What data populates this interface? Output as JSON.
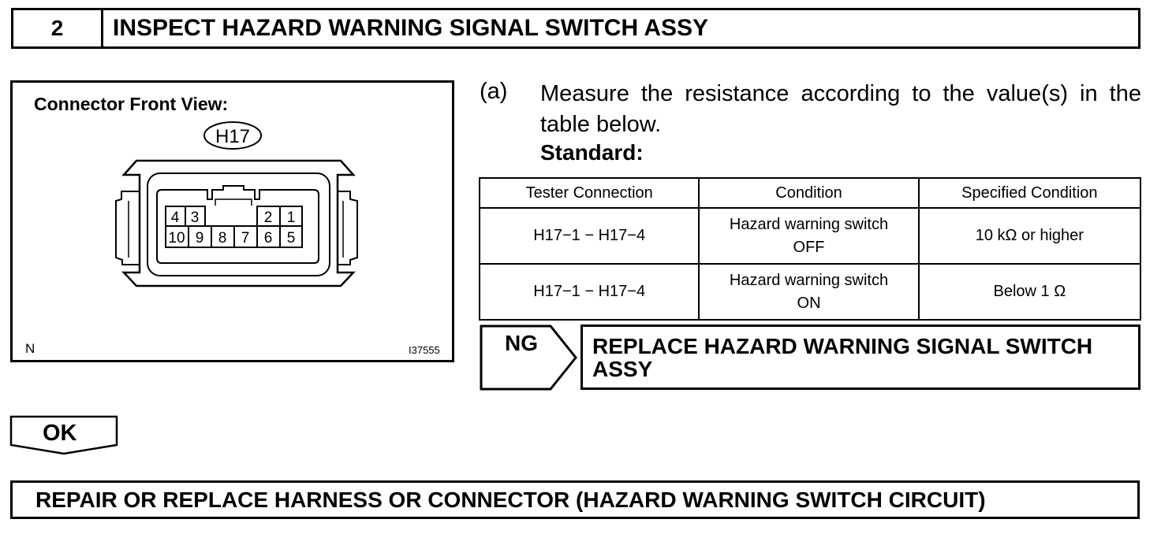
{
  "header": {
    "step_number": "2",
    "title": "INSPECT HAZARD WARNING SIGNAL SWITCH ASSY"
  },
  "figure": {
    "title": "Connector Front View:",
    "connector_id": "H17",
    "pins_top": [
      "4",
      "3",
      "2",
      "1"
    ],
    "pins_bottom": [
      "10",
      "9",
      "8",
      "7",
      "6",
      "5"
    ],
    "corner_label": "N",
    "code": "I37555"
  },
  "instruction": {
    "label": "(a)",
    "text": "Measure the resistance according to the value(s) in the table below.",
    "standard_label": "Standard:"
  },
  "table": {
    "headers": [
      "Tester Connection",
      "Condition",
      "Specified Condition"
    ],
    "rows": [
      {
        "connection": "H17−1 − H17−4",
        "condition_line1": "Hazard warning switch",
        "condition_line2": "OFF",
        "specified": "10 kΩ or higher"
      },
      {
        "connection": "H17−1 − H17−4",
        "condition_line1": "Hazard warning switch",
        "condition_line2": "ON",
        "specified": "Below 1 Ω"
      }
    ]
  },
  "ng": {
    "label": "NG",
    "action": "REPLACE HAZARD WARNING SIGNAL SWITCH ASSY"
  },
  "ok": {
    "label": "OK"
  },
  "final": {
    "text": "REPAIR OR REPLACE HARNESS OR CONNECTOR (HAZARD WARNING SWITCH CIRCUIT)"
  }
}
